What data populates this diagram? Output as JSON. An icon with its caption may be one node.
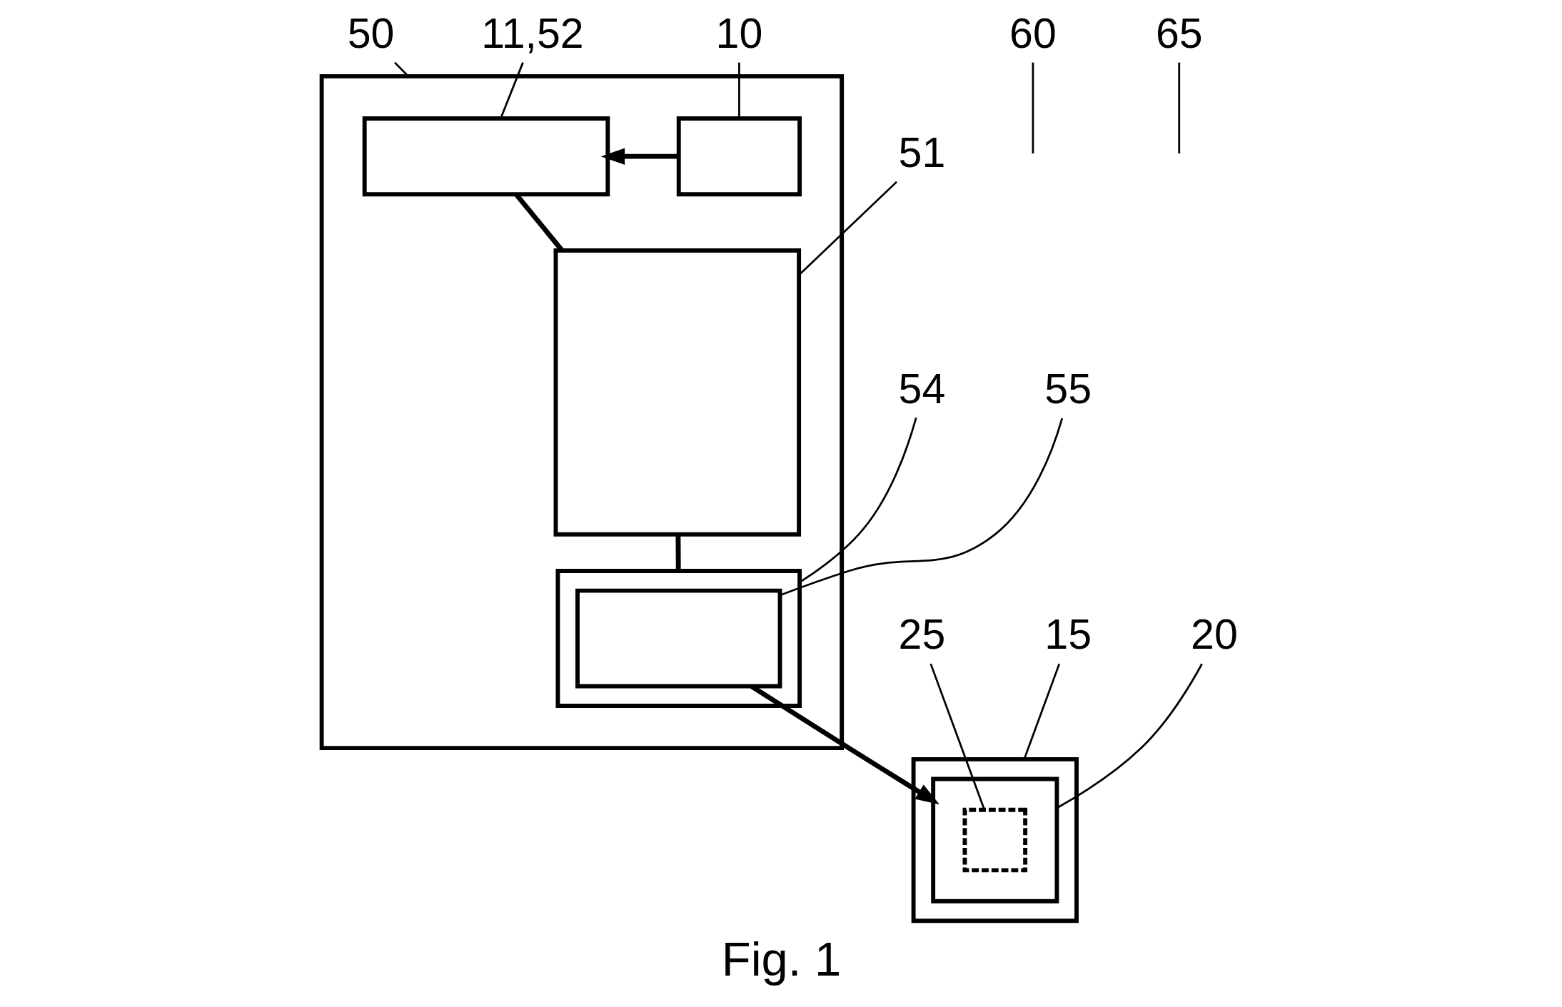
{
  "diagram": {
    "caption": "Fig. 1",
    "nodes": [
      {
        "text": [
          "50"
        ]
      },
      {
        "text": [
          "60"
        ]
      },
      {
        "text": [
          "10"
        ]
      },
      {
        "text": [],
        "shape": "box"
      },
      {
        "text": [
          "11,52"
        ]
      },
      {
        "text": [],
        "shape": "box",
        "in": 3
      },
      {
        "text": [],
        "shape": "box",
        "in": 3
      },
      {
        "text": [
          "51"
        ]
      },
      {
        "text": [],
        "shape": "box",
        "in": 3
      },
      {
        "text": [
          "65"
        ]
      },
      {
        "text": [
          "25"
        ]
      },
      {
        "text": [
          "54"
        ]
      },
      {
        "text": [],
        "shape": "box",
        "in": 3
      },
      {
        "text": [],
        "shape": "box",
        "in": 12
      },
      {
        "text": [
          "15"
        ]
      },
      {
        "text": [],
        "shape": "box"
      },
      {
        "text": [],
        "shape": "box",
        "in": 15
      },
      {
        "text": [],
        "shape": "box",
        "in": 16
      },
      {
        "text": [
          "55"
        ]
      },
      {
        "text": [
          "20"
        ]
      }
    ],
    "edges": [
      {
        "from": 0,
        "to": 3,
        "arrow": "none"
      },
      {
        "from": 1,
        "to": null,
        "arrow": "none"
      },
      {
        "from": 2,
        "to": 6,
        "arrow": "none"
      },
      {
        "from": 6,
        "to": 5,
        "arrow": "to",
        "style": "thick"
      },
      {
        "from": 4,
        "to": 5,
        "arrow": "none"
      },
      {
        "from": 5,
        "to": 8,
        "arrow": "none",
        "style": "thick"
      },
      {
        "from": 7,
        "to": 8,
        "arrow": "none"
      },
      {
        "from": 9,
        "to": null,
        "arrow": "none"
      },
      {
        "from": 10,
        "to": 17,
        "arrow": "none"
      },
      {
        "from": 11,
        "to": 12,
        "arrow": "none"
      },
      {
        "from": 14,
        "to": 15,
        "arrow": "none"
      },
      {
        "from": 8,
        "to": 12,
        "arrow": "none",
        "style": "thick"
      },
      {
        "from": 13,
        "to": 16,
        "arrow": "to",
        "style": "thick"
      },
      {
        "from": 18,
        "to": 13,
        "arrow": "none"
      },
      {
        "from": 19,
        "to": 16,
        "arrow": "none"
      }
    ]
  }
}
